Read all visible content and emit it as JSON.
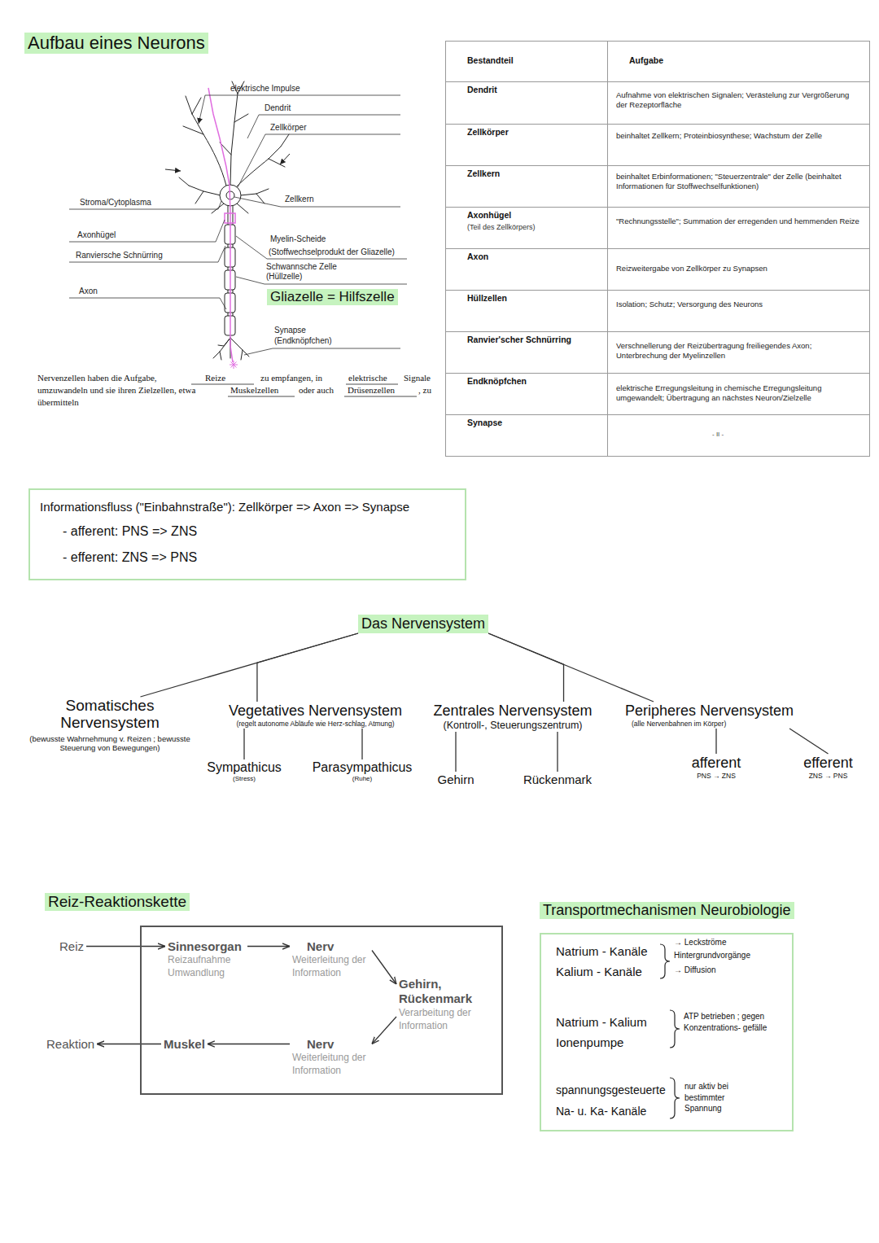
{
  "diagram": {
    "title": "Aufbau eines Neurons",
    "nodes": [
      {
        "text": [
          "Informationsfluss (\"Einbahnstraße\"): Zellkörper => Axon => Synapse",
          "- afferent: PNS => ZNS",
          "- efferent: ZNS => PNS"
        ]
      },
      {
        "text": [
          "Das Nervensystem"
        ]
      },
      {
        "text": [
          "Somatisches Nervensystem",
          "(bewusste Wahrnehmung v. Reizen ; bewusste Steuerung von Bewegungen)"
        ]
      },
      {
        "text": [
          "Vegetatives Nervensystem",
          "(regelt autonome Abläufe wie Herz-schlag, Atmung)"
        ]
      },
      {
        "text": [
          "Zentrales Nervensystem",
          "(Kontroll-, Steuerungszentrum)"
        ]
      },
      {
        "text": [
          "Peripheres Nervensystem",
          "(alle Nervenbahnen im Körper)"
        ]
      },
      {
        "text": [
          "Sympathicus",
          "(Stress)"
        ]
      },
      {
        "text": [
          "Parasympathicus",
          "(Ruhe)"
        ]
      },
      {
        "text": [
          "Gehirn"
        ]
      },
      {
        "text": [
          "Rückenmark"
        ]
      },
      {
        "text": [
          "afferent",
          "PNS → ZNS"
        ]
      },
      {
        "text": [
          "efferent",
          "ZNS → PNS"
        ]
      },
      {
        "text": [
          "Reiz"
        ]
      },
      {
        "text": []
      },
      {
        "text": [
          "Sinnesorgan",
          "Reizaufnahme Umwandlung"
        ],
        "in": 13
      },
      {
        "text": [
          "Nerv",
          "Weiterleitung der Information"
        ],
        "in": 13
      },
      {
        "text": [
          "Gehirn, Rückenmark",
          "Verarbeitung der Information"
        ],
        "in": 13
      },
      {
        "text": [
          "Nerv",
          "Weiterleitung der Information"
        ],
        "in": 13
      },
      {
        "text": [
          "Muskel"
        ],
        "in": 13
      },
      {
        "text": [
          "Reaktion"
        ]
      },
      {
        "text": [
          "Transportmechanismen Neurobiologie",
          "Natrium - Kanäle",
          "Kalium - Kanäle",
          "→ Leckströme",
          "Hintergrundvorgänge",
          "→ Diffusion",
          "Natrium - Kalium Ionenpumpe",
          "ATP betrieben ; gegen Konzentrations- gefälle",
          "spannungsgesteuerte Na- u. Ka- Kanäle",
          "nur aktiv bei bestimmter Spannung"
        ]
      }
    ],
    "edges": [
      {
        "from": 1,
        "to": 2,
        "arrow": "none"
      },
      {
        "from": 1,
        "to": 3,
        "arrow": "none"
      },
      {
        "from": 1,
        "to": 4,
        "arrow": "none"
      },
      {
        "from": 1,
        "to": 5,
        "arrow": "none"
      },
      {
        "from": 3,
        "to": 6,
        "arrow": "none"
      },
      {
        "from": 3,
        "to": 7,
        "arrow": "none"
      },
      {
        "from": 4,
        "to": 8,
        "arrow": "none"
      },
      {
        "from": 4,
        "to": 9,
        "arrow": "none"
      },
      {
        "from": 5,
        "to": 10,
        "arrow": "none"
      },
      {
        "from": 5,
        "to": 11,
        "arrow": "none"
      },
      {
        "from": 12,
        "to": 14,
        "arrow": "to"
      },
      {
        "from": 14,
        "to": 15,
        "arrow": "to"
      },
      {
        "from": 15,
        "to": 16,
        "arrow": "to"
      },
      {
        "from": 16,
        "to": 17,
        "arrow": "to"
      },
      {
        "from": 17,
        "to": 18,
        "arrow": "to"
      },
      {
        "from": 18,
        "to": 19,
        "arrow": "to"
      }
    ],
    "labels": [
      "elektrische Impulse",
      "Dendrit",
      "Zellkörper",
      "Zellkern",
      "Stroma/Cytoplasma",
      "Axonhügel",
      "Myelin-Scheide",
      "(Stoffwechselprodukt der Gliazelle)",
      "Ranviersche Schnürring",
      "Schwannsche Zelle",
      "(Hüllzelle)",
      "Gliazelle = Hilfszelle",
      "Axon",
      "Synapse",
      "(Endknöpfchen)",
      "Nervenzellen haben die Aufgabe,",
      "Reize",
      "zu empfangen, in",
      "elektrische",
      "Signale",
      "umzuwandeln und sie ihren Zielzellen, etwa",
      "Muskelzellen",
      "oder auch",
      "Drüsenzellen",
      ", zu",
      "übermitteln",
      "Bestandteil",
      "Aufgabe",
      "Dendrit",
      "Aufnahme von elektrischen Signalen; Verästelung zur Vergrößerung der Rezeptorfläche",
      "Zellkörper",
      "beinhaltet Zellkern; Proteinbiosynthese; Wachstum der Zelle",
      "Zellkern",
      "beinhaltet Erbinformationen; \"Steuerzentrale\" der Zelle (beinhaltet Informationen für Stoffwechselfunktionen)",
      "Axonhügel",
      "(Teil des Zellkörpers)",
      "\"Rechnungsstelle\"; Summation der erregenden und hemmenden Reize",
      "Axon",
      "Reizweitergabe von Zellkörper zu Synapsen",
      "Hüllzellen",
      "Isolation; Schutz; Versorgung des Neurons",
      "Ranvier'scher Schnürring",
      "Verschnellerung der Reizübertragung freiliegendes Axon; Unterbrechung der Myelinzellen",
      "Endknöpfchen",
      "elektrische Erregungsleitung in chemische Erregungsleitung umgewandelt; Übertragung an nächstes Neuron/Zielzelle",
      "Synapse",
      "- II -",
      "Reiz-Reaktionskette"
    ]
  }
}
